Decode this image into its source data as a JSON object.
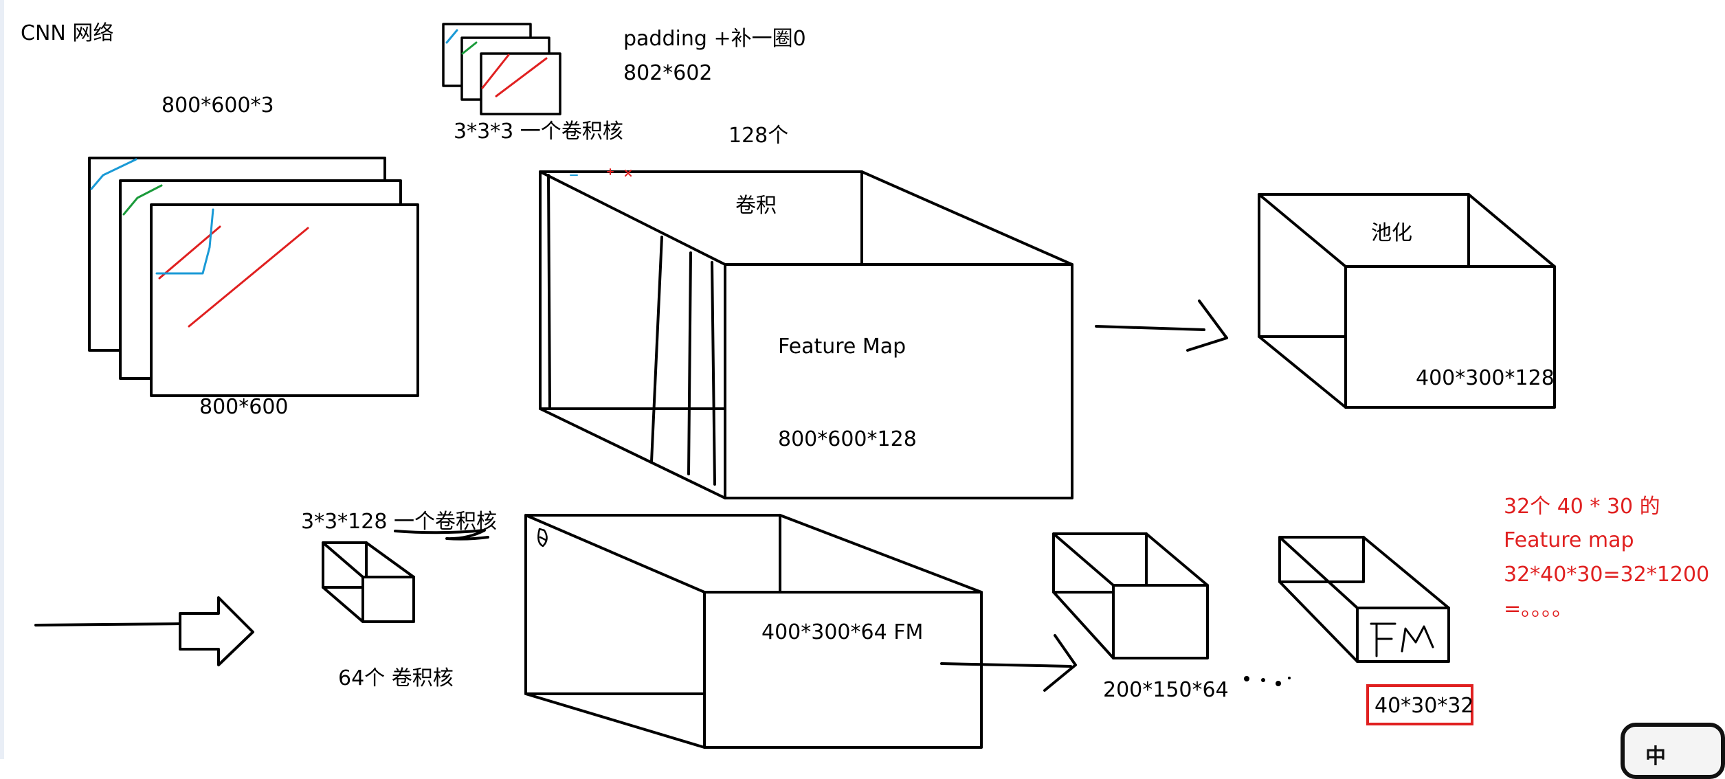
{
  "title": "CNN 网络",
  "input": {
    "size": "800*600*3",
    "channel_size": "800*600"
  },
  "kernel1": {
    "label": "3*3*3 一个卷积核"
  },
  "padding": {
    "label": "padding +补一圈0",
    "size": "802*602"
  },
  "count1": "128个",
  "conv": {
    "label": "卷积",
    "fm_label": "Feature Map",
    "fm_size": "800*600*128"
  },
  "pool": {
    "label": "池化",
    "size": "400*300*128"
  },
  "kernel2": {
    "label": "3*3*128 一个卷积核",
    "count": "64个 卷积核"
  },
  "layer2": {
    "fm_label": "400*300*64 FM",
    "small_size": "200*150*64",
    "final_size": "40*30*32",
    "final_box_text": "FM"
  },
  "note": {
    "line1": "32个 40 * 30 的",
    "line2": "Feature map",
    "line3": "32*40*30=32*1200",
    "line4": "=。。。。"
  },
  "ime": "中",
  "colors": {
    "red": "#e02020",
    "blue": "#1a9ad6",
    "green": "#1a9a3a",
    "ink": "#000000"
  }
}
